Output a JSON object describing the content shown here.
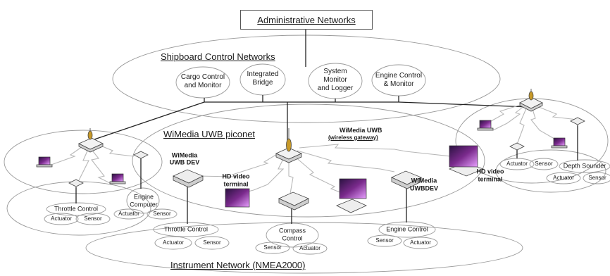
{
  "title": "Administrative Networks",
  "networks": {
    "shipboard": "Shipboard Control Networks",
    "piconet": "WiMedia UWB piconet",
    "gateway_title": "WiMedia UWB",
    "gateway_sub": "(wireless gateway)",
    "instrument": "Instrument Network (NMEA2000)"
  },
  "shipboard_nodes": {
    "cargo_1": "Cargo Control",
    "cargo_2": "and Monitor",
    "bridge_1": "Integrated",
    "bridge_2": "Bridge",
    "system_1": "System",
    "system_2": "Monitor",
    "system_3": "and Logger",
    "engine_1": "Engine Control",
    "engine_2": "& Monitor"
  },
  "devices": {
    "uwb_dev_left_1": "WiMedia",
    "uwb_dev_left_2": "UWB DEV",
    "uwb_dev_right_1": "WiMedia",
    "uwb_dev_right_2": "UWBDEV",
    "hd_center_1": "HD video",
    "hd_center_2": "terminal",
    "hd_right_1": "HD video",
    "hd_right_2": "terminal"
  },
  "left_cluster": {
    "throttle": "Throttle Control",
    "actuator": "Actuator",
    "sensor": "Sensor",
    "engine_computer_1": "Engine",
    "engine_computer_2": "Computer",
    "ec_actuator": "Actuator",
    "ec_sensor": "Sensor"
  },
  "bottom_cluster": {
    "throttle": "Throttle Control",
    "actuator": "Actuator",
    "sensor": "Sensor",
    "compass_1": "Compass",
    "compass_2": "Control",
    "compass_sensor": "Sensor",
    "compass_actuator": "Actuator",
    "engine": "Engine Control",
    "engine_sensor": "Sensor",
    "engine_actuator": "Actuator"
  },
  "right_cluster": {
    "actuator": "Actuator",
    "sensor": "Sensor",
    "depth": "Depth Sounder",
    "depth_actuator": "Actuator",
    "depth_sensor": "Sensor"
  }
}
